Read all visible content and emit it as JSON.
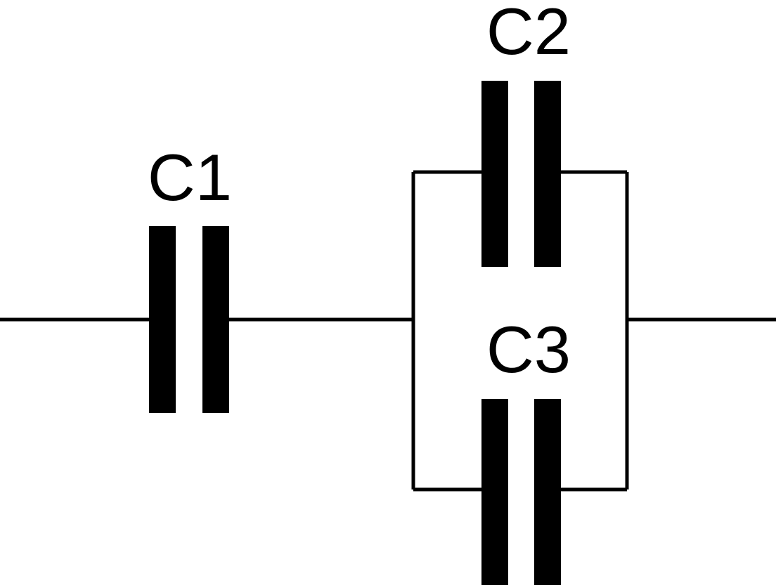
{
  "diagram": {
    "type": "circuit-schematic",
    "description_kind": "capacitor network: C1 in series with parallel pair C2 and C3",
    "components": [
      {
        "id": "C1",
        "label": "C1",
        "kind": "capacitor"
      },
      {
        "id": "C2",
        "label": "C2",
        "kind": "capacitor"
      },
      {
        "id": "C3",
        "label": "C3",
        "kind": "capacitor"
      }
    ],
    "connections": [
      {
        "from": "terminal-left",
        "to": "C1"
      },
      {
        "from": "C1",
        "to": "parallel-node-left"
      },
      {
        "from": "parallel-node-left",
        "to": "C2"
      },
      {
        "from": "parallel-node-left",
        "to": "C3"
      },
      {
        "from": "C2",
        "to": "parallel-node-right"
      },
      {
        "from": "C3",
        "to": "parallel-node-right"
      },
      {
        "from": "parallel-node-right",
        "to": "terminal-right"
      }
    ],
    "colors": {
      "line": "#000000",
      "background": "#ffffff"
    }
  }
}
